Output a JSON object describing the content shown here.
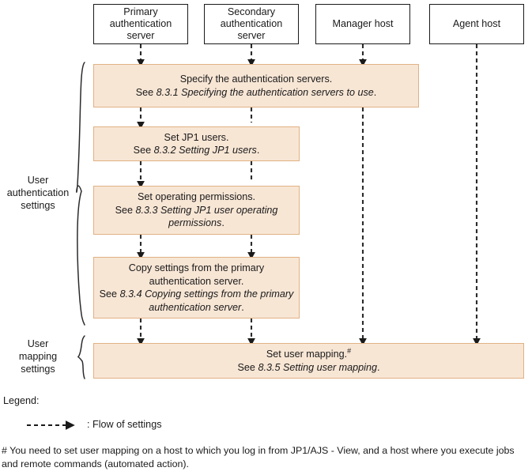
{
  "diagram": {
    "title": "User authentication and user mapping settings flow",
    "colors": {
      "box_fill": "#f8e6d5",
      "box_border": "#e0b184",
      "header_border": "#1a1a1a",
      "line": "#2b2b2b",
      "text": "#1a1a1a"
    },
    "columns": [
      {
        "id": "primary",
        "label": "Primary\nauthentication\nserver",
        "line1": "Primary",
        "line2": "authentication",
        "line3": "server"
      },
      {
        "id": "secondary",
        "label": "Secondary\nauthentication\nserver",
        "line1": "Secondary",
        "line2": "authentication",
        "line3": "server"
      },
      {
        "id": "manager",
        "label": "Manager host",
        "line1": "Manager host",
        "line2": "",
        "line3": ""
      },
      {
        "id": "agent",
        "label": "Agent host",
        "line1": "Agent host",
        "line2": "",
        "line3": ""
      }
    ],
    "groups": [
      {
        "id": "user-authentication-settings",
        "line1": "User",
        "line2": "authentication",
        "line3": "settings"
      },
      {
        "id": "user-mapping-settings",
        "line1": "User",
        "line2": "mapping",
        "line3": "settings"
      }
    ],
    "steps": [
      {
        "id": "specify-authentication-servers",
        "action": "Specify the authentication servers.",
        "see_prefix": "See ",
        "reference": "8.3.1 Specifying the authentication servers to use",
        "see_suffix": ".",
        "footnote_marker": ""
      },
      {
        "id": "set-jp1-users",
        "action": "Set JP1 users.",
        "see_prefix": "See ",
        "reference": "8.3.2 Setting JP1 users",
        "see_suffix": ".",
        "footnote_marker": ""
      },
      {
        "id": "set-operating-permissions",
        "action": "Set operating permissions.",
        "see_prefix": "See ",
        "reference": "8.3.3 Setting JP1 user operating permissions",
        "see_suffix": ".",
        "footnote_marker": ""
      },
      {
        "id": "copy-settings-from-primary",
        "action": "Copy settings from the primary authentication server.",
        "see_prefix": "See ",
        "reference": "8.3.4 Copying settings from the primary authentication server",
        "see_suffix": ".",
        "footnote_marker": ""
      },
      {
        "id": "set-user-mapping",
        "action": "Set user mapping.",
        "see_prefix": "See ",
        "reference": "8.3.5 Setting user mapping",
        "see_suffix": ".",
        "footnote_marker": "#"
      }
    ],
    "legend": {
      "title": "Legend:",
      "arrow_label": ": Flow of settings"
    },
    "footnote": {
      "marker": "#",
      "text": "# You need to set user mapping on a host to which you log in from JP1/AJS - View, and a host where you execute jobs and remote commands (automated action)."
    }
  }
}
